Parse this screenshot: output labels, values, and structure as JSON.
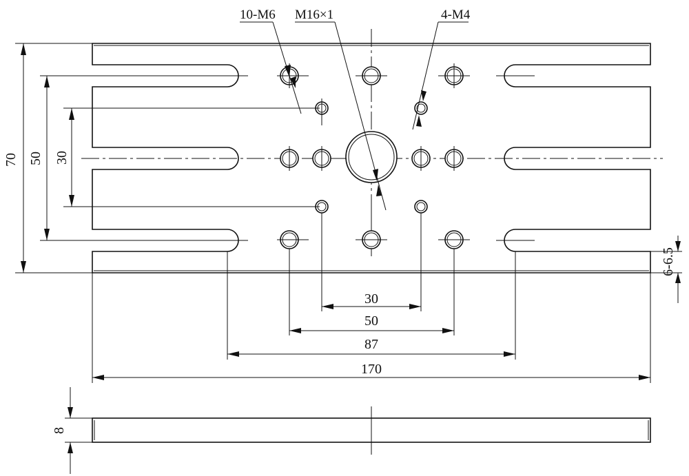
{
  "callouts": {
    "m6": "10-M6",
    "m16": "M16×1",
    "m4": "4-M4"
  },
  "dimensions": {
    "height_70": "70",
    "height_50": "50",
    "height_30": "30",
    "slot_width": "6-6.5",
    "holes_30": "30",
    "holes_50": "50",
    "slots_87": "87",
    "overall_170": "170",
    "thickness_8": "8"
  }
}
